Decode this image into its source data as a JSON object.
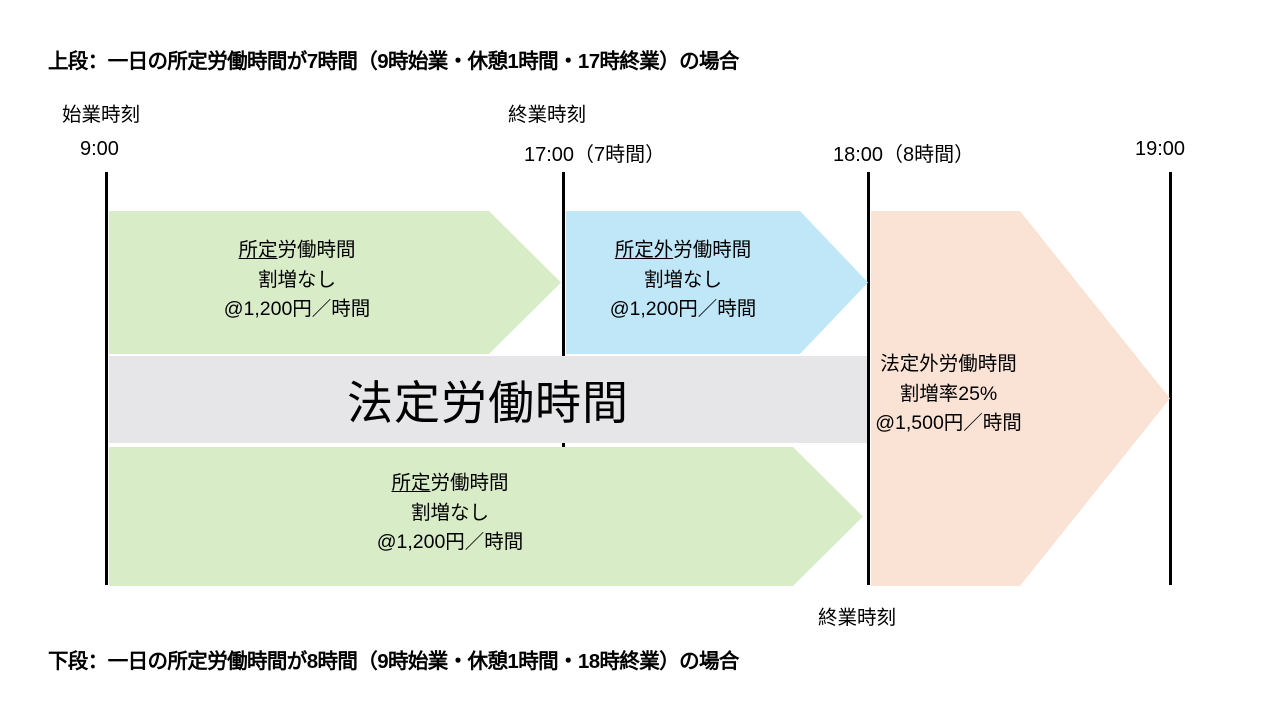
{
  "captions": {
    "top": "上段：一日の所定労働時間が7時間（9時始業・休憩1時間・17時終業）の場合",
    "bottom": "下段：一日の所定労働時間が8時間（9時始業・休憩1時間・18時終業）の場合"
  },
  "axis": {
    "start_title": "始業時刻",
    "start_time": "9:00",
    "end7_title": "終業時刻",
    "end7_time": "17:00（7時間）",
    "time_18": "18:00（8時間）",
    "time_19": "19:00",
    "end8_title": "終業時刻"
  },
  "blocks": {
    "green_top": {
      "label_underlined": "所定",
      "label_rest": "労働時間",
      "line2": "割増なし",
      "line3": "@1,200円／時間",
      "color": "#d9ecc8"
    },
    "blue": {
      "label_underlined": "所定外",
      "label_rest": "労働時間",
      "line2": "割増なし",
      "line3": "@1,200円／時間",
      "color": "#bfe7f8"
    },
    "gray_band": {
      "label": "法定労働時間",
      "color": "#e6e6e8"
    },
    "green_bottom": {
      "label_underlined": "所定",
      "label_rest": "労働時間",
      "line2": "割増なし",
      "line3": "@1,200円／時間",
      "color": "#d9ecc8"
    },
    "peach": {
      "line1": "法定外労働時間",
      "line2": "割増率25%",
      "line3": "@1,500円／時間",
      "color": "#fae2d5"
    }
  }
}
